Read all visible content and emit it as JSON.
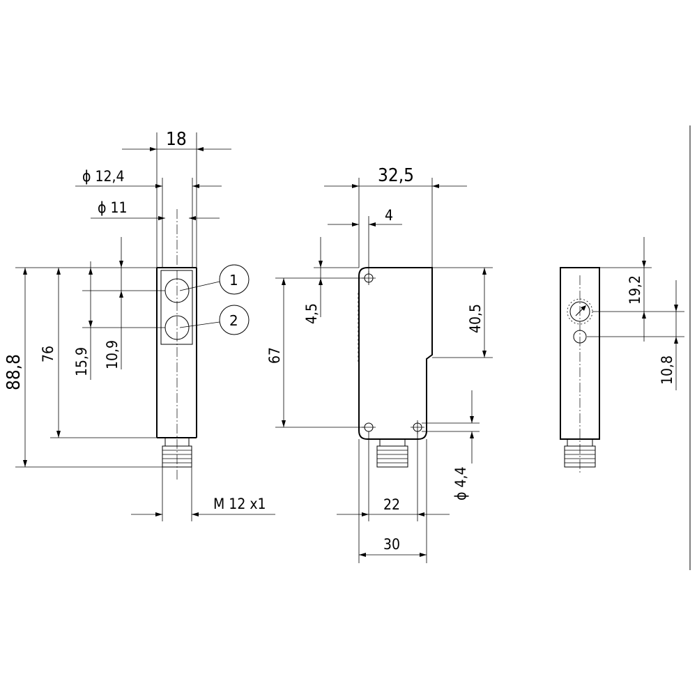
{
  "front_view": {
    "dim_width": "18",
    "dim_dia_lens_outer": "ϕ 12,4",
    "dim_dia_lens_inner": "ϕ 11",
    "dim_total_height": "88,8",
    "dim_body_height": "76",
    "dim_lens2_offset": "15,9",
    "dim_lens1_offset": "10,9",
    "dim_thread": "M 12 x1",
    "callout_1": "1",
    "callout_2": "2"
  },
  "side_view": {
    "dim_depth": "32,5",
    "dim_hole_inset": "4",
    "dim_hole_top_offset": "4,5",
    "dim_hole_spacing_vertical": "67",
    "dim_step_height": "40,5",
    "dim_hole_dia": "ϕ 4,4",
    "dim_hole_spacing_horizontal": "22",
    "dim_bottom_width": "30"
  },
  "back_view": {
    "dim_pot_offset": "19,2",
    "dim_led_offset": "10,8"
  }
}
